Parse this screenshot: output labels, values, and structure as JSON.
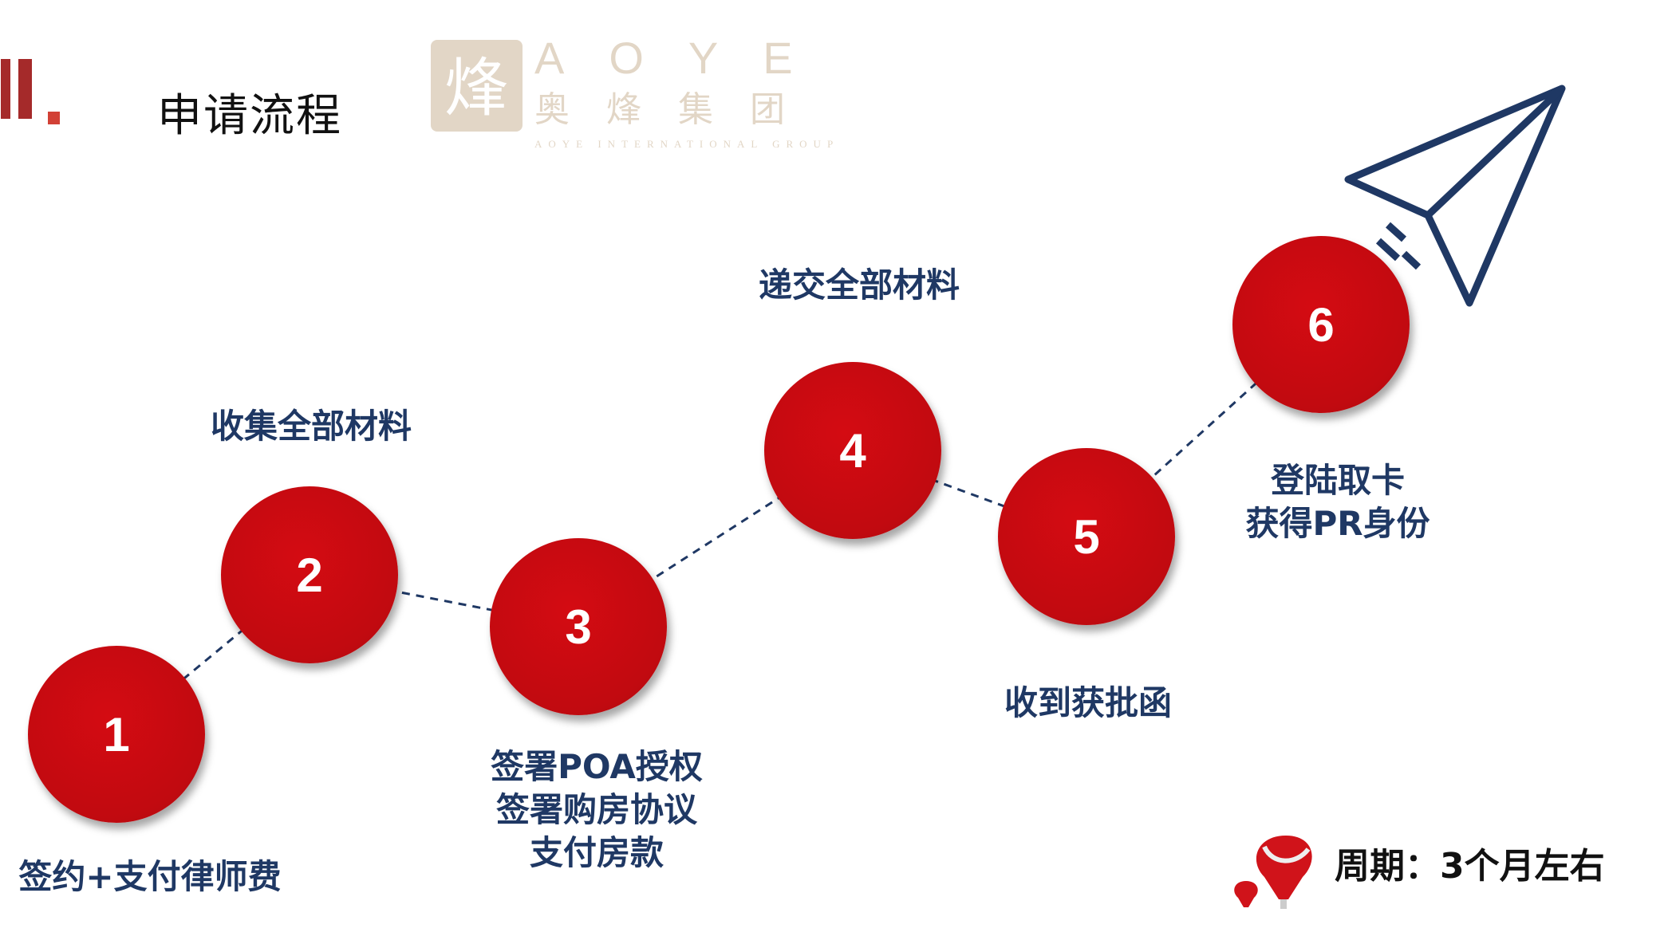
{
  "header": {
    "title": "申请流程"
  },
  "steps": [
    {
      "number": "1",
      "label": [
        "签约+支付律师费"
      ]
    },
    {
      "number": "2",
      "label": [
        "收集全部材料"
      ]
    },
    {
      "number": "3",
      "label": [
        "签署POA授权",
        "签署购房协议",
        "支付房款"
      ]
    },
    {
      "number": "4",
      "label": [
        "递交全部材料"
      ]
    },
    {
      "number": "5",
      "label": [
        "收到获批函"
      ]
    },
    {
      "number": "6",
      "label": [
        "登陆取卡",
        "获得PR身份"
      ]
    }
  ],
  "footer": {
    "period": "周期：3个月左右"
  },
  "watermark": {
    "brand": "AOYE",
    "chinese": "奥烽集团",
    "sub": "AOYE INTERNATIONAL GROUP"
  },
  "colors": {
    "accent": "#c10a10",
    "text": "#1f3864",
    "bar": "#a52a2a"
  }
}
